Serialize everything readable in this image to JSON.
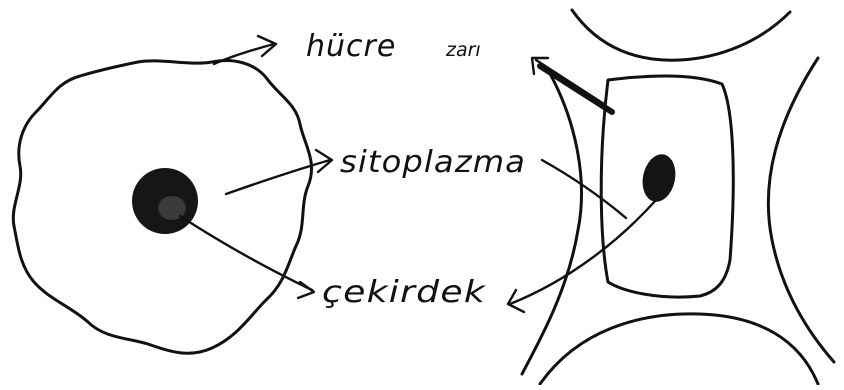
{
  "labels": {
    "cell_membrane_word1": "hücre",
    "cell_membrane_word2": "zarı",
    "cytoplasm": "sitoplazma",
    "nucleus": "çekirdek"
  },
  "colors": {
    "ink": "#111111",
    "background": "#ffffff"
  }
}
